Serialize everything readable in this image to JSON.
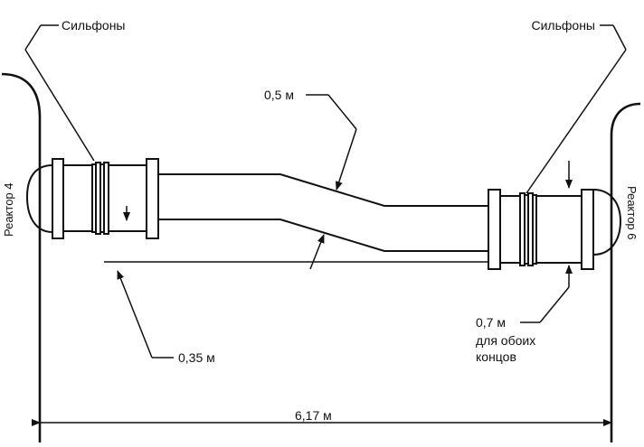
{
  "labels": {
    "bellows_left": "Сильфоны",
    "bellows_right": "Сильфоны",
    "thickness_mid": "0,5 м",
    "offset_left": "0,35 м",
    "end_thickness_line1": "0,7 м",
    "end_thickness_line2": "для обоих",
    "end_thickness_line3": "концов",
    "span": "6,17 м",
    "reactor_left": "Реактор 4",
    "reactor_right": "Реактор 6"
  },
  "colors": {
    "ink": "#111111",
    "background": "#ffffff"
  }
}
